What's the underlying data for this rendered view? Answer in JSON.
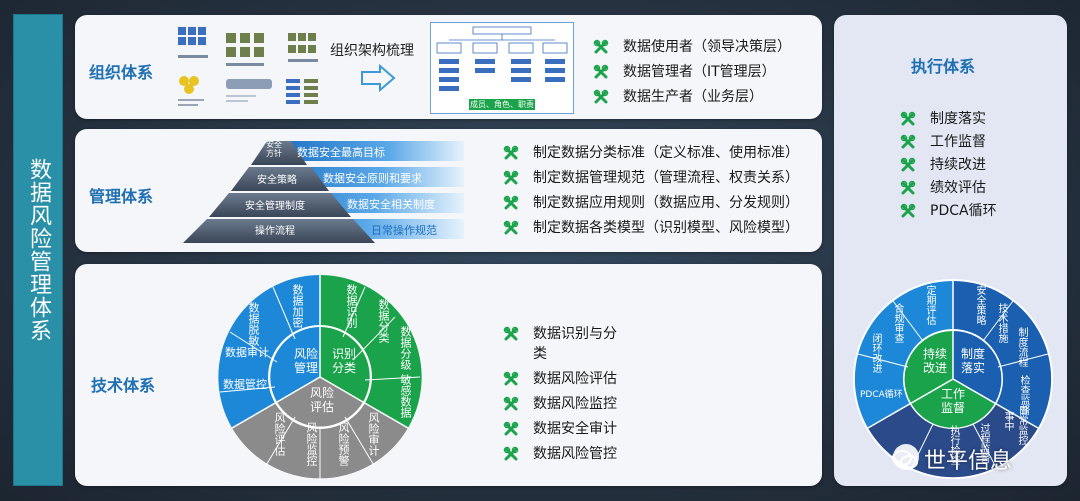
{
  "main_title": "数据风险管理体系",
  "org": {
    "title": "组织体系",
    "arrow_label": "组织架构梳理",
    "chart_footer": "成员、角色、职责",
    "items": [
      "数据使用者（领导决策层）",
      "数据管理者（IT管理层）",
      "数据生产者（业务层）"
    ]
  },
  "mgmt": {
    "title": "管理体系",
    "pyramid": [
      {
        "left": "安全\n方针",
        "right": "数据安全最高目标"
      },
      {
        "left": "安全策略",
        "right": "数据安全原则和要求"
      },
      {
        "left": "安全管理制度",
        "right": "数据安全相关制度"
      },
      {
        "left": "操作流程",
        "right": "日常操作规范"
      }
    ],
    "items": [
      "制定数据分类标准（定义标准、使用标准）",
      "制定数据管理规范（管理流程、权责关系）",
      "制定数据应用规则（数据应用、分发规则）",
      "制定数据各类模型（识别模型、风险模型）"
    ]
  },
  "tech": {
    "title": "技术体系",
    "wheel": {
      "center_left": "风险\n管理",
      "center_right": "识别\n分类",
      "center_bottom": "风险\n评估",
      "outer_green": [
        "数据识别",
        "数据分类",
        "数据分级",
        "敏感数据"
      ],
      "outer_blue": [
        "数据加密",
        "数据脱敏",
        "数据审计",
        "数据管控"
      ],
      "outer_gray": [
        "风险审计",
        "风险预警",
        "风险监控",
        "风险评估"
      ]
    },
    "items": [
      "数据识别与分类",
      "数据风险评估",
      "数据风险监控",
      "数据安全审计",
      "数据风险管控"
    ]
  },
  "exec": {
    "title": "执行体系",
    "items": [
      "制度落实",
      "工作监督",
      "持续改进",
      "绩效评估",
      "PDCA循环"
    ],
    "wheel": {
      "center_left": "持续\n改进",
      "center_right": "制度\n落实",
      "center_bottom": "工作\n监督",
      "outer_top_right": [
        "安全策略",
        "技术措施",
        "制度流程",
        "检查监督"
      ],
      "outer_left": [
        "定期评估",
        "合规审查",
        "闭环改进",
        "PDCA循环"
      ],
      "outer_bottom": [
        "事中",
        "过程监督",
        "执行检查",
        "日常监控"
      ]
    }
  },
  "watermark": "世平信息",
  "colors": {
    "accent": "#1f6fb3",
    "green": "#1aa34a",
    "blue": "#1e88d8",
    "gray": "#8b8b8b",
    "navy": "#2b4a8a"
  }
}
